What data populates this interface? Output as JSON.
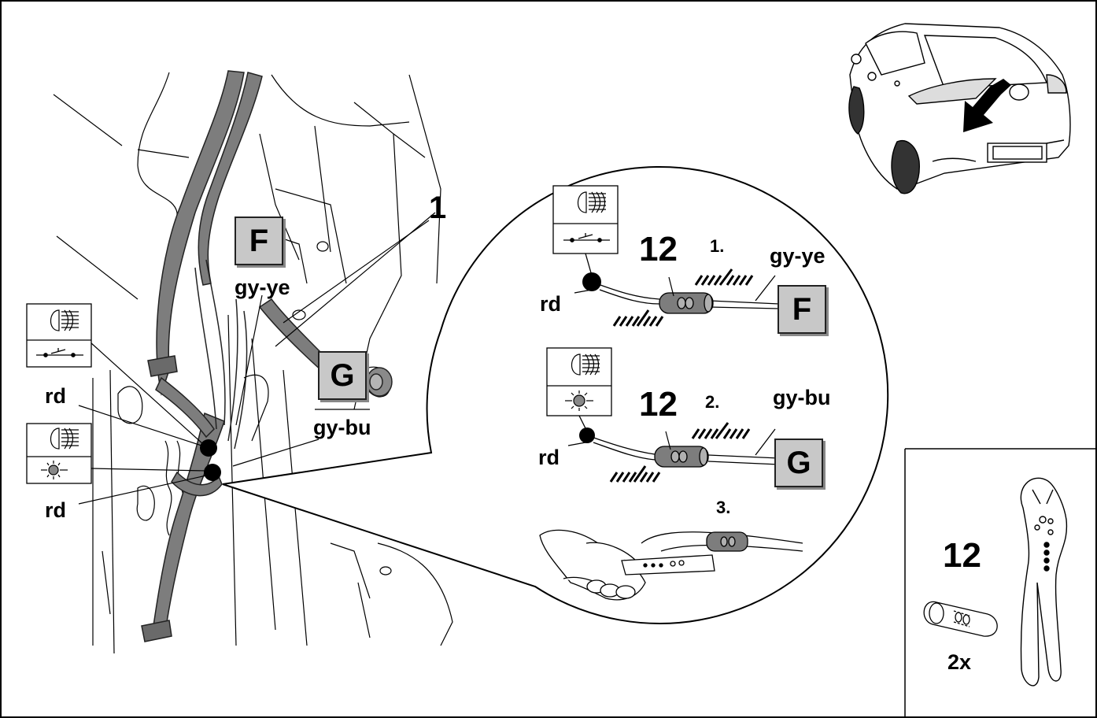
{
  "labels": {
    "callout_1": "1",
    "connector_f_main": "F",
    "connector_g_main": "G",
    "wire_gy_ye_main": "gy-ye",
    "wire_gy_bu_main": "gy-bu",
    "wire_rd_upper": "rd",
    "wire_rd_lower": "rd"
  },
  "detail": {
    "step1": {
      "step_label": "1.",
      "part_no": "12",
      "wire_in": "rd",
      "wire_out": "gy-ye",
      "connector": "F"
    },
    "step2": {
      "step_label": "2.",
      "part_no": "12",
      "wire_in": "rd",
      "wire_out": "gy-bu",
      "connector": "G"
    },
    "step3": {
      "step_label": "3."
    }
  },
  "parts": {
    "part_no": "12",
    "quantity": "2x"
  },
  "icons": [
    "fog-lamp-icon",
    "switch-icon",
    "bulb-icon",
    "crimp-connector-icon",
    "crimping-pliers-icon",
    "car-rear-view",
    "arrow-icon"
  ],
  "colors": {
    "line": "#000000",
    "wire_gray": "#7d7d7d",
    "connector_box": "#c8c8c8",
    "background": "#ffffff"
  }
}
